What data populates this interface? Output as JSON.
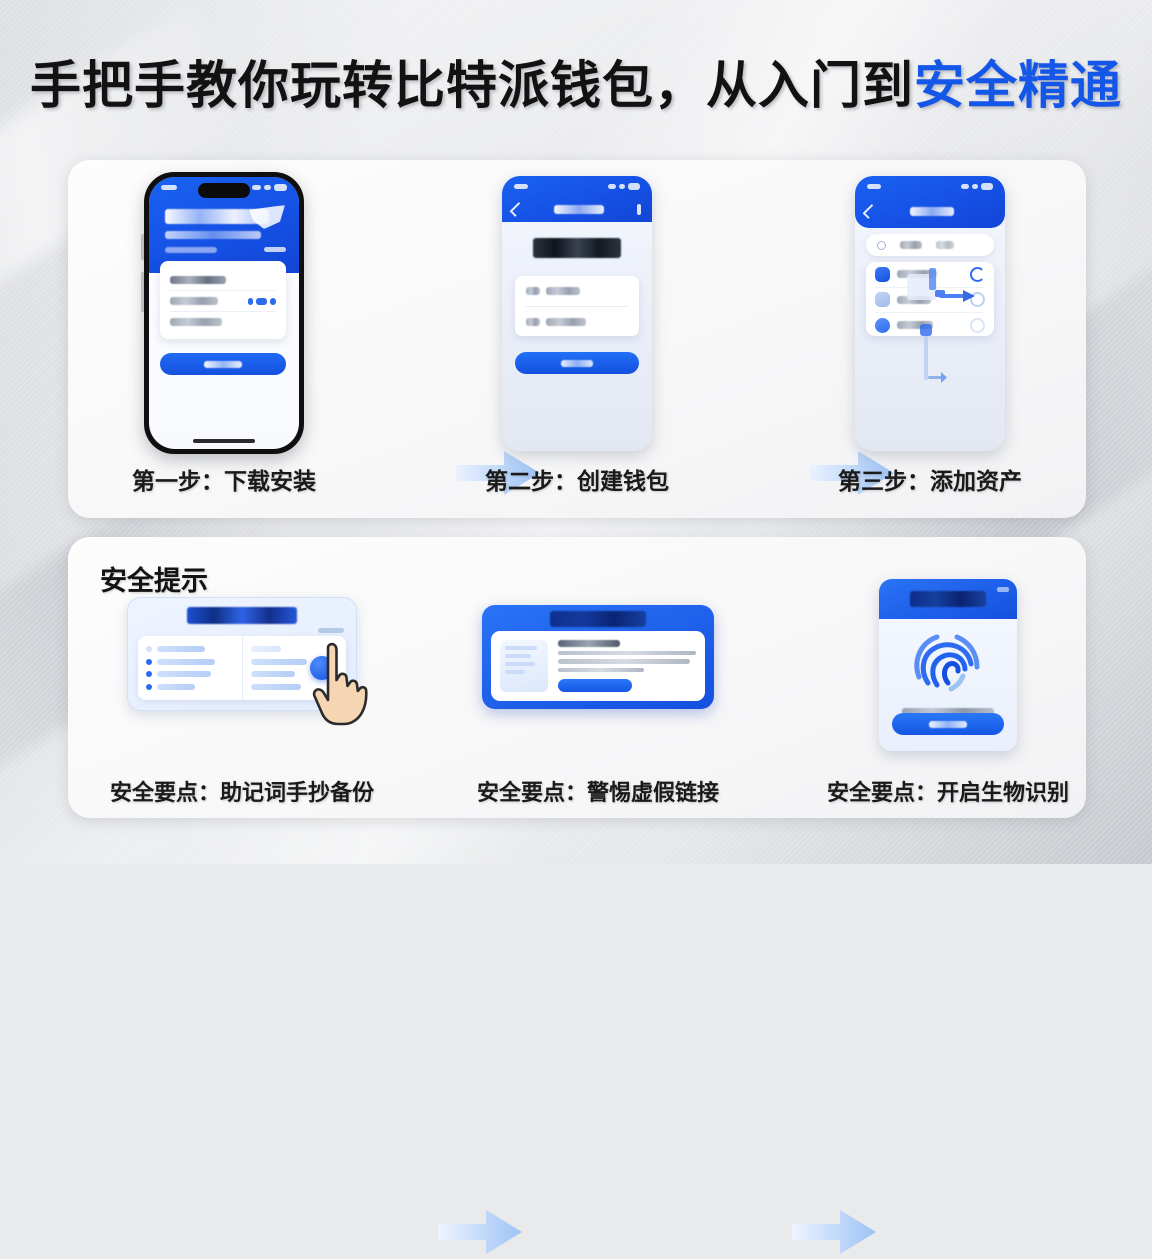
{
  "page": {
    "title_main": "手把手教你玩转比特派钱包，从入门到",
    "title_accent": "安全精通",
    "accent_color": "#1456e8",
    "background_color": "#e9eaec"
  },
  "steps_section": {
    "steps": [
      {
        "caption": "第一步：下载安装",
        "phone_style": "device"
      },
      {
        "caption": "第二步：创建钱包",
        "phone_style": "screen"
      },
      {
        "caption": "第三步：添加资产",
        "phone_style": "screen"
      }
    ],
    "arrows": [
      {
        "name": "arrow-step1-to-step2"
      },
      {
        "name": "arrow-step2-to-step3"
      }
    ]
  },
  "safety_section": {
    "heading": "安全提示",
    "items": [
      {
        "caption": "安全要点：助记词手抄备份",
        "illustration": "mnemonic-backup-card-with-hand-cursor"
      },
      {
        "caption": "安全要点：警惕虚假链接",
        "illustration": "phishing-warning-dialog"
      },
      {
        "caption": "安全要点：开启生物识别",
        "illustration": "fingerprint-unlock-screen"
      }
    ],
    "arrows": [
      {
        "name": "arrow-safety1-to-safety2"
      },
      {
        "name": "arrow-safety2-to-safety3"
      }
    ]
  }
}
